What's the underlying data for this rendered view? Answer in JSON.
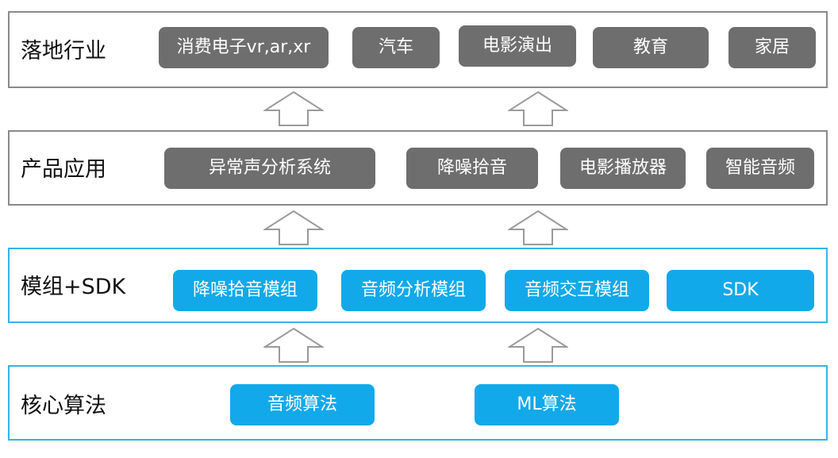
{
  "layers": [
    {
      "label": "落地行业",
      "items": [
        "消费电子vr,ar,xr",
        "汽车",
        "电影演出",
        "教育",
        "家居"
      ]
    },
    {
      "label": "产品应用",
      "items": [
        "异常声分析系统",
        "降噪拾音",
        "电影播放器",
        "智能音频"
      ]
    },
    {
      "label": "模组+SDK",
      "items": [
        "降噪拾音模组",
        "音频分析模组",
        "音频交互模组",
        "SDK"
      ]
    },
    {
      "label": "核心算法",
      "items": [
        "音频算法",
        "ML算法"
      ]
    }
  ],
  "arrow_icon": "hollow-up-arrow-icon",
  "colors": {
    "gray_box": "#6e6e6e",
    "blue_box": "#12a9ea",
    "gray_border": "#8a8a8a",
    "blue_border": "#35b4e8"
  }
}
